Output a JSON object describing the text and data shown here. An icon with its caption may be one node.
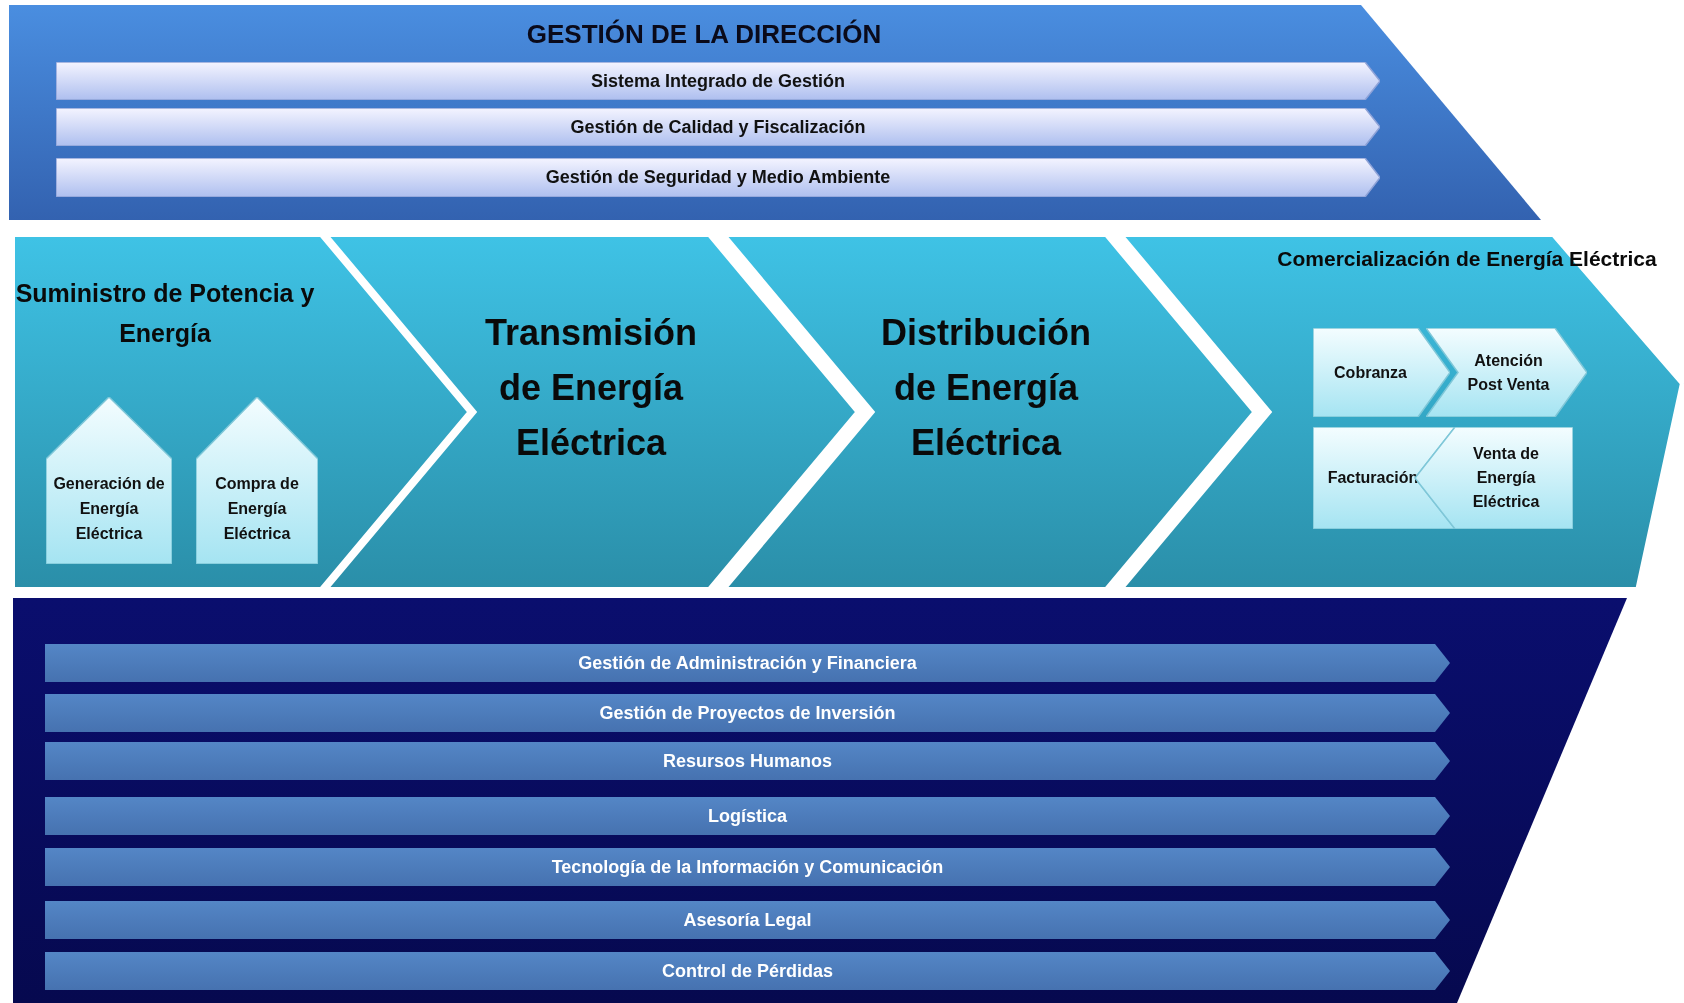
{
  "diagram": {
    "nodes": [
      {
        "text": [
          "GESTIÓN DE LA DIRECCIÓN"
        ]
      },
      {
        "text": [
          "Sistema Integrado de Gestión"
        ],
        "in": 0
      },
      {
        "text": [
          "Gestión de Calidad y Fiscalización"
        ],
        "in": 0
      },
      {
        "text": [
          "Gestión de Seguridad y Medio Ambiente"
        ],
        "in": 0
      },
      {
        "text": [
          "Suministro de Potencia y Energía"
        ]
      },
      {
        "text": [
          "Generación de Energía Eléctrica"
        ],
        "in": 4
      },
      {
        "text": [
          "Compra de Energía Eléctrica"
        ],
        "in": 4
      },
      {
        "text": [
          "Transmisión de Energía Eléctrica"
        ]
      },
      {
        "text": [
          "Distribución de Energía Eléctrica"
        ]
      },
      {
        "text": [
          "Comercialización de Energía Eléctrica"
        ]
      },
      {
        "text": [
          "Cobranza"
        ],
        "in": 9
      },
      {
        "text": [
          "Atención Post Venta"
        ],
        "in": 9
      },
      {
        "text": [
          "Facturación"
        ],
        "in": 9
      },
      {
        "text": [
          "Venta de Energía Eléctrica"
        ],
        "in": 9
      },
      {
        "text": [],
        "shape": "band"
      },
      {
        "text": [
          "Gestión de Administración y Financiera"
        ],
        "in": 14
      },
      {
        "text": [
          "Gestión de Proyectos de Inversión"
        ],
        "in": 14
      },
      {
        "text": [
          "Resursos Humanos"
        ],
        "in": 14
      },
      {
        "text": [
          "Logística"
        ],
        "in": 14
      },
      {
        "text": [
          "Tecnología de la Información y Comunicación"
        ],
        "in": 14
      },
      {
        "text": [
          "Asesoría Legal"
        ],
        "in": 14
      },
      {
        "text": [
          "Control de Pérdidas"
        ],
        "in": 14
      }
    ],
    "edges": []
  }
}
